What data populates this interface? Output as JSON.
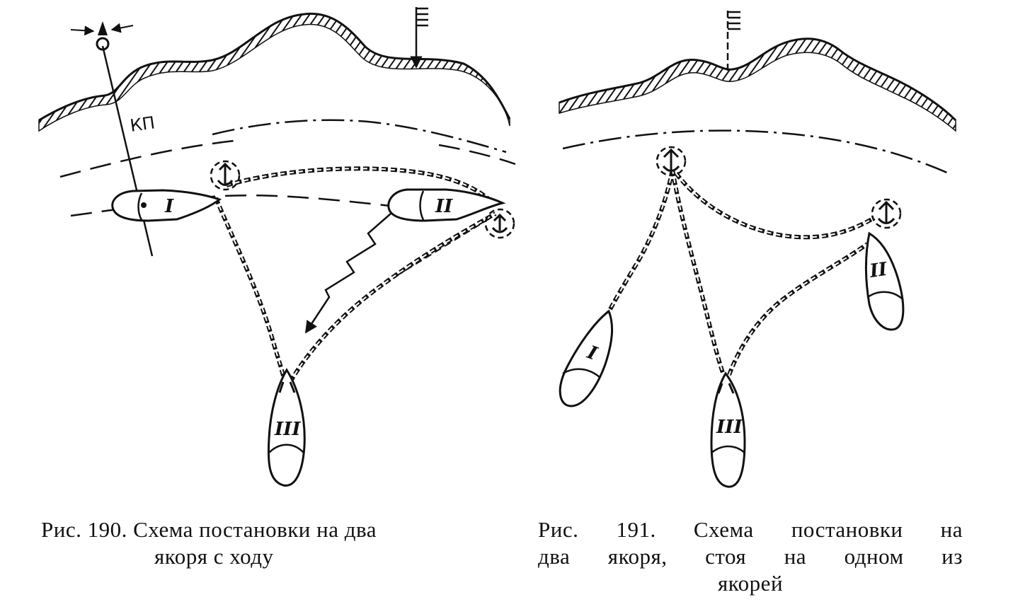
{
  "figure_left": {
    "kp_label": "КП",
    "ship_labels": [
      "I",
      "II",
      "III"
    ],
    "caption_line1": "Рис. 190. Схема постановки на два",
    "caption_line2": "якоря с ходу"
  },
  "figure_right": {
    "ship_labels": [
      "I",
      "II",
      "III"
    ],
    "caption_line1": "Рис. 191. Схема постановки на",
    "caption_line2": "два якоря, стоя на одном из",
    "caption_line3": "якорей"
  },
  "colors": {
    "ink": "#111111",
    "paper": "#ffffff"
  }
}
